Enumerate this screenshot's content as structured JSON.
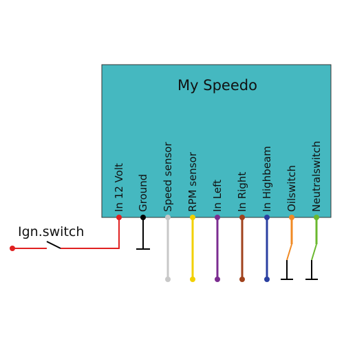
{
  "device": {
    "title": "My Speedo",
    "fill": "#45b8c0"
  },
  "switch_label": "Ign.switch",
  "pins": [
    {
      "label": "In 12 Volt",
      "color": "#e02020",
      "end": "ign-switch"
    },
    {
      "label": "Ground",
      "color": "#000000",
      "end": "ground"
    },
    {
      "label": "Speed sensor",
      "color": "#c8c8c8",
      "end": "dot"
    },
    {
      "label": "RPM sensor",
      "color": "#f2d000",
      "end": "dot"
    },
    {
      "label": "In Left",
      "color": "#7b2c90",
      "end": "dot"
    },
    {
      "label": "In Right",
      "color": "#a0421c",
      "end": "dot"
    },
    {
      "label": "In Highbeam",
      "color": "#2a3fa0",
      "end": "dot"
    },
    {
      "label": "Oilswitch",
      "color": "#f08a24",
      "end": "switch-ground"
    },
    {
      "label": "Neutralswitch",
      "color": "#6ab82e",
      "end": "switch-ground"
    }
  ]
}
